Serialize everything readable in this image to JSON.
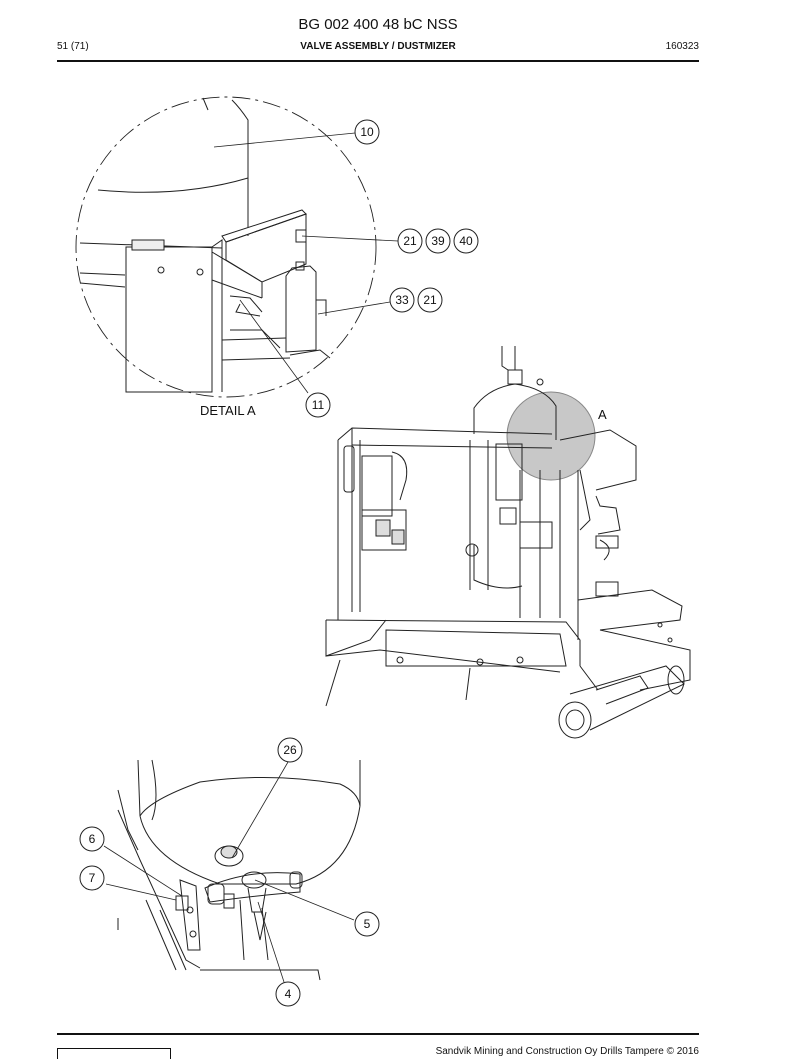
{
  "header": {
    "title": "BG 002 400 48 bC NSS",
    "page": "51 (71)",
    "subtitle": "VALVE ASSEMBLY / DUSTMIZER",
    "date_code": "160323"
  },
  "detail": {
    "name": "DETAIL A",
    "marker": "A"
  },
  "callouts": {
    "c10": "10",
    "c21a": "21",
    "c39": "39",
    "c40": "40",
    "c33": "33",
    "c21b": "21",
    "c11": "11",
    "c26": "26",
    "c6": "6",
    "c7": "7",
    "c5": "5",
    "c4": "4"
  },
  "footer": {
    "copyright": "Sandvik Mining and Construction Oy Drills Tampere © 2016"
  }
}
